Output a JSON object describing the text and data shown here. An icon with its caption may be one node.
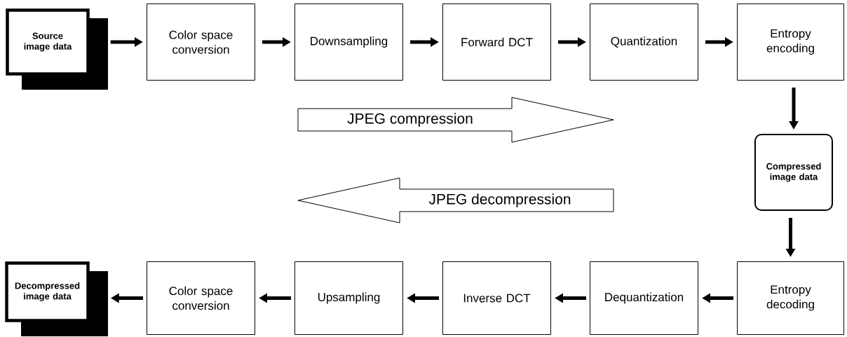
{
  "diagram": {
    "nodes": [
      {
        "text": [
          "Source image data"
        ]
      },
      {
        "text": [
          "Color space conversion"
        ]
      },
      {
        "text": [
          "Downsampling"
        ]
      },
      {
        "text": [
          "Forward DCT"
        ]
      },
      {
        "text": [
          "Quantization"
        ]
      },
      {
        "text": [
          "Entropy encoding"
        ]
      },
      {
        "text": [
          "Compressed image data"
        ]
      },
      {
        "text": [
          "Entropy decoding"
        ]
      },
      {
        "text": [
          "Dequantization"
        ]
      },
      {
        "text": [
          "Inverse DCT"
        ]
      },
      {
        "text": [
          "Upsampling"
        ]
      },
      {
        "text": [
          "Color space conversion"
        ]
      },
      {
        "text": [
          "Decompressed image data"
        ]
      }
    ],
    "edges": [
      {
        "from": 0,
        "to": 1,
        "arrow": "to"
      },
      {
        "from": 1,
        "to": 2,
        "arrow": "to"
      },
      {
        "from": 2,
        "to": 3,
        "arrow": "to"
      },
      {
        "from": 3,
        "to": 4,
        "arrow": "to"
      },
      {
        "from": 4,
        "to": 5,
        "arrow": "to"
      },
      {
        "from": 5,
        "to": 6,
        "arrow": "to"
      },
      {
        "from": 6,
        "to": 7,
        "arrow": "to"
      },
      {
        "from": 7,
        "to": 8,
        "arrow": "to"
      },
      {
        "from": 8,
        "to": 9,
        "arrow": "to"
      },
      {
        "from": 9,
        "to": 10,
        "arrow": "to"
      },
      {
        "from": 10,
        "to": 11,
        "arrow": "to"
      },
      {
        "from": 11,
        "to": 12,
        "arrow": "to"
      }
    ],
    "labels": [
      "JPEG compression",
      "JPEG decompression"
    ]
  }
}
